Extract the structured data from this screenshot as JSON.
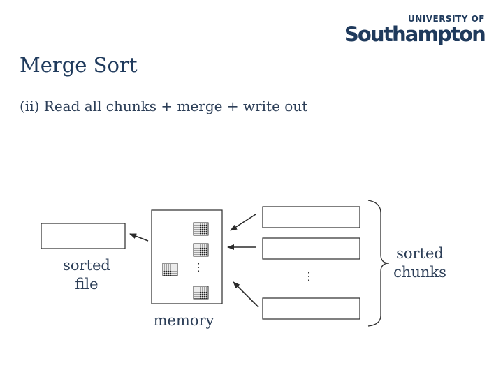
{
  "logo": {
    "line1": "UNIVERSITY OF",
    "line2": "Southampton"
  },
  "slide": {
    "title": "Merge Sort",
    "subtitle": "(ii) Read all chunks + merge + write out"
  },
  "diagram": {
    "sorted_file_label_1": "sorted",
    "sorted_file_label_2": "file",
    "memory_label": "memory",
    "chunks_label_1": "sorted",
    "chunks_label_2": "chunks",
    "ellipsis": "…"
  },
  "colors": {
    "text": "#2c3e57",
    "logo": "#1f3a5c",
    "stroke": "#2b2b2b"
  }
}
